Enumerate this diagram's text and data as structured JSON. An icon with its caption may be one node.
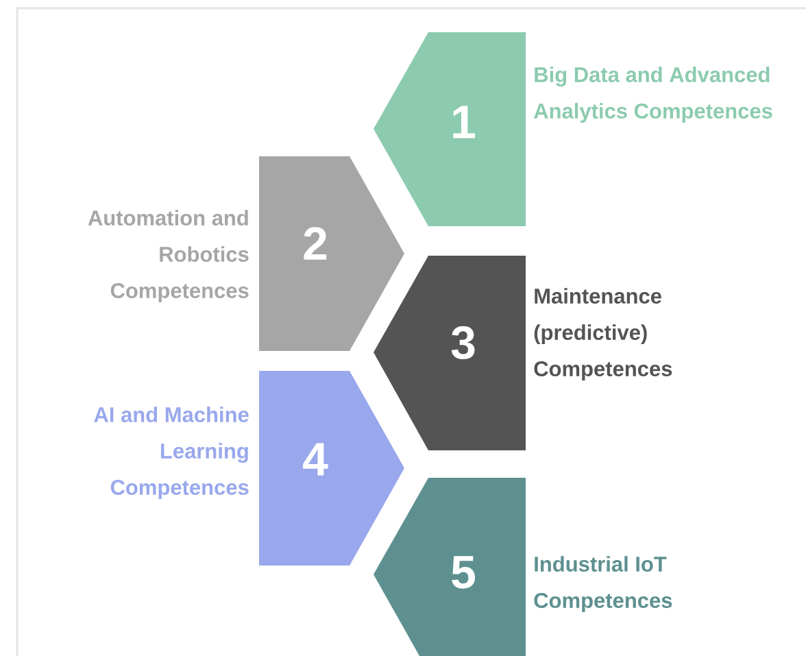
{
  "diagram": {
    "nodes": [
      {
        "text": [
          "1"
        ],
        "beside": [
          "Big Data and Advanced Analytics Competences"
        ]
      },
      {
        "text": [
          "2"
        ],
        "beside": [
          "Automation and Robotics Competences"
        ]
      },
      {
        "text": [
          "3"
        ],
        "beside": [
          "Maintenance (predictive) Competences"
        ]
      },
      {
        "text": [
          "4"
        ],
        "beside": [
          "AI and Machine Learning Competences"
        ]
      },
      {
        "text": [
          "5"
        ],
        "beside": [
          "Industrial IoT Competences"
        ]
      }
    ]
  }
}
